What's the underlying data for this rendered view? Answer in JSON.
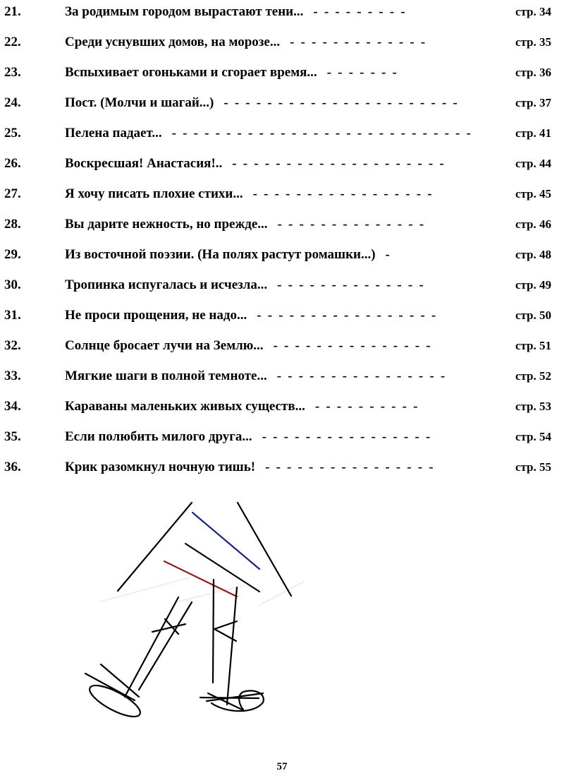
{
  "toc": [
    {
      "num": "21.",
      "title": "За родимым городом вырастают тени...",
      "leader": "- - - - - - - - -",
      "page": "стр. 34"
    },
    {
      "num": "22.",
      "title": "Среди уснувших домов, на морозе...",
      "leader": "- - - - - - - - - - - - -",
      "page": "стр. 35"
    },
    {
      "num": "23.",
      "title": "Вспыхивает огоньками и сгорает время...",
      "leader": "- - - - - - -",
      "page": "стр. 36"
    },
    {
      "num": "24.",
      "title": "Пост. (Молчи и шагай...)",
      "leader": "- - - - - - - - - - - - - - - - - - - - - -",
      "page": "стр. 37"
    },
    {
      "num": "25.",
      "title": "Пелена падает...",
      "leader": "- - - - - - - - - - - - - - - - - - - - - - - - - - - -",
      "page": "стр. 41"
    },
    {
      "num": "26.",
      "title": "Воскресшая! Анастасия!..",
      "leader": "- - - - - - - - - - - - - - - - - - - -",
      "page": "стр. 44"
    },
    {
      "num": "27.",
      "title": "Я хочу писать плохие стихи...",
      "leader": "- - - - - - - - - - - - - - - - -",
      "page": "стр. 45"
    },
    {
      "num": "28.",
      "title": "Вы дарите нежность, но прежде...",
      "leader": "- - - - - - - - - - - - - -",
      "page": "стр. 46"
    },
    {
      "num": "29.",
      "title": "Из восточной поэзии. (На полях растут ромашки...)",
      "leader": "-",
      "page": "стр. 48"
    },
    {
      "num": "30.",
      "title": "Тропинка испугалась и исчезла...",
      "leader": "- - - - - - - - - - - - - -",
      "page": "стр. 49"
    },
    {
      "num": "31.",
      "title": "Не проси прощения, не надо...",
      "leader": "- - - - - - - - - - - - - - - - -",
      "page": "стр. 50"
    },
    {
      "num": "32.",
      "title": "Солнце бросает лучи на Землю...",
      "leader": "- - - - - - - - - - - - - - -",
      "page": "стр. 51"
    },
    {
      "num": "33.",
      "title": "Мягкие шаги в полной темноте...",
      "leader": "- - - - - - - - - - - - - - - -",
      "page": "стр. 52"
    },
    {
      "num": "34.",
      "title": "Караваны маленьких живых существ...",
      "leader": "- - - - - - - - - -",
      "page": "стр. 53"
    },
    {
      "num": "35.",
      "title": "Если полюбить милого друга...",
      "leader": "- - - - - - - - - - - - - - - -",
      "page": "стр. 54"
    },
    {
      "num": "36.",
      "title": "Крик разомкнул ночную тишь!",
      "leader": "- - - - - - - - - - - - - - - -",
      "page": "стр. 55"
    }
  ],
  "drawing": {
    "colors": {
      "ink": "#000000",
      "blue": "#1a237e",
      "red": "#8b1a1a",
      "faint": "#e8dede"
    }
  },
  "footer": {
    "page_number": "57"
  }
}
